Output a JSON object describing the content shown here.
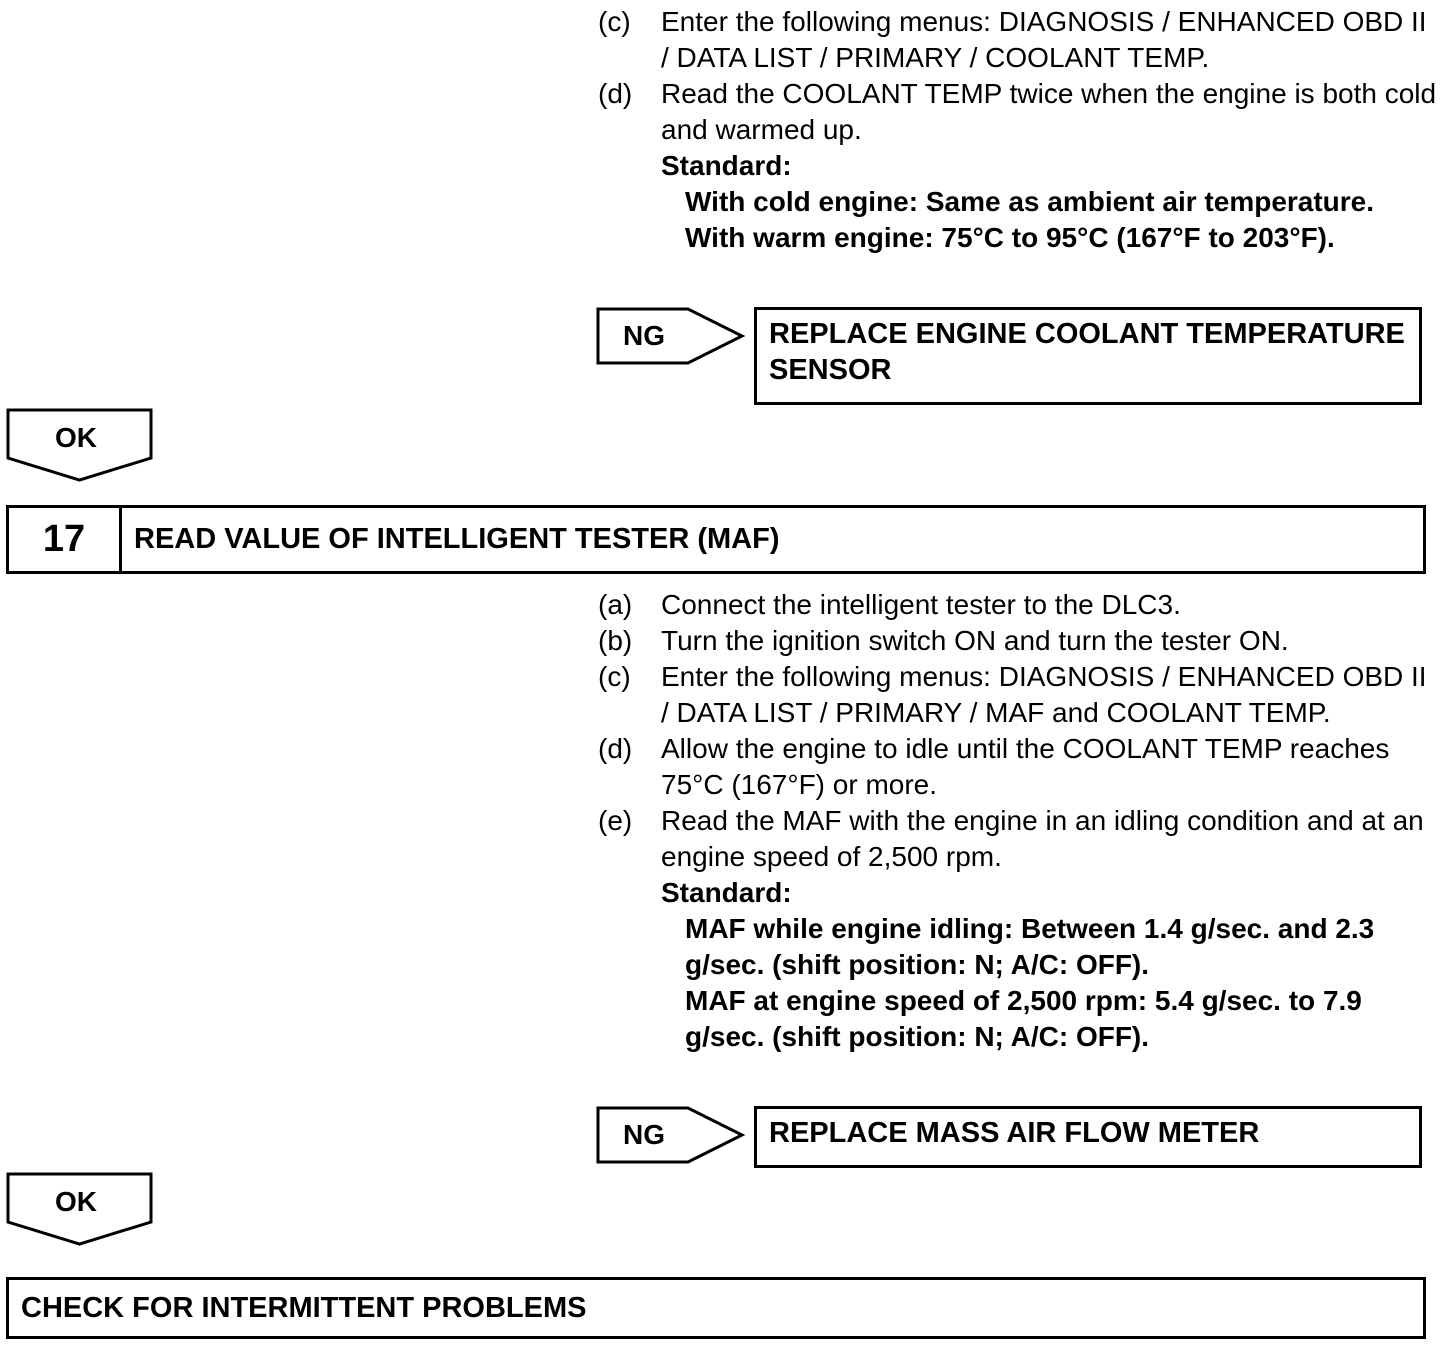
{
  "top_section": {
    "steps": [
      {
        "letter": "(c)",
        "text": "Enter the following menus: DIAGNOSIS / ENHANCED OBD II / DATA LIST / PRIMARY / COOLANT TEMP."
      },
      {
        "letter": "(d)",
        "text": "Read the COOLANT TEMP twice when the engine is both cold and warmed up."
      }
    ],
    "standard_label": "Standard:",
    "standard_lines": [
      "With cold engine: Same as ambient air temperature.",
      "With warm engine: 75°C to 95°C (167°F to 203°F)."
    ],
    "ng_label": "NG",
    "ng_result": "REPLACE ENGINE COOLANT TEMPERATURE SENSOR",
    "ok_label": "OK"
  },
  "step17": {
    "number": "17",
    "title": "READ VALUE OF INTELLIGENT TESTER (MAF)",
    "steps": [
      {
        "letter": "(a)",
        "text": "Connect the intelligent tester to the DLC3."
      },
      {
        "letter": "(b)",
        "text": "Turn the ignition switch ON and turn the tester ON."
      },
      {
        "letter": "(c)",
        "text": "Enter the following menus: DIAGNOSIS / ENHANCED OBD II / DATA LIST / PRIMARY / MAF and COOLANT TEMP."
      },
      {
        "letter": "(d)",
        "text": "Allow the engine to idle until the COOLANT TEMP reaches 75°C (167°F) or more."
      },
      {
        "letter": "(e)",
        "text": "Read the MAF with the engine in an idling condition and at an engine speed of 2,500 rpm."
      }
    ],
    "standard_label": "Standard:",
    "standard_lines": [
      "MAF while engine idling: Between 1.4 g/sec. and 2.3 g/sec. (shift position: N; A/C: OFF).",
      "MAF at engine speed of 2,500 rpm: 5.4 g/sec. to 7.9 g/sec. (shift position: N; A/C: OFF)."
    ],
    "ng_label": "NG",
    "ng_result": "REPLACE MASS AIR FLOW METER",
    "ok_label": "OK"
  },
  "final": {
    "title": "CHECK FOR INTERMITTENT PROBLEMS"
  }
}
